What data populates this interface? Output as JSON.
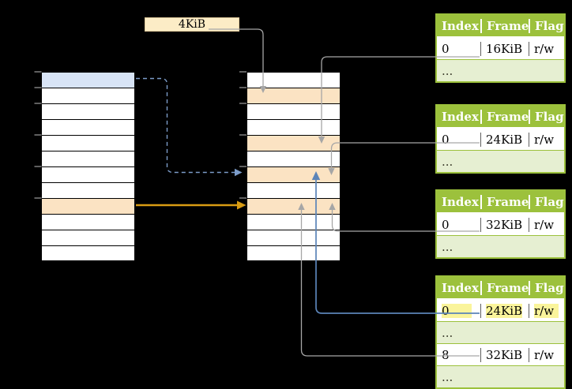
{
  "label_4kib": "4KiB",
  "colors": {
    "background": "#000000",
    "green_header": "#9CC13C",
    "green_light_row": "#E6EFD2",
    "memory_row_orange": "#FBE3C3",
    "memory_row_blue": "#D8E4F6",
    "label_box_bg": "#FCECC6",
    "connector_gray": "#A6A6A6",
    "arrow_blue_solid": "#5B84B8",
    "arrow_blue_dashed": "#7C9CC9",
    "arrow_orange": "#D99C13",
    "tick_gray": "#7f7f7f",
    "highlight_yellow": "#FAF49B"
  },
  "virtual_memory": {
    "rows": 12,
    "blue_row_index": 0,
    "orange_row_index": 8,
    "tick_row_boundaries": [
      0,
      1,
      2,
      4,
      6,
      8
    ]
  },
  "physical_memory": {
    "rows": 12,
    "orange_row_indices": [
      1,
      4,
      6,
      8
    ],
    "tick_row_boundaries": [
      0,
      1,
      2,
      4,
      6,
      8
    ]
  },
  "page_tables": [
    {
      "headers": [
        "Index",
        "Frame",
        "Flags"
      ],
      "rows": [
        [
          "0",
          "16KiB",
          "r/w"
        ],
        [
          "...",
          "",
          ""
        ]
      ]
    },
    {
      "headers": [
        "Index",
        "Frame",
        "Flags"
      ],
      "rows": [
        [
          "0",
          "24KiB",
          "r/w"
        ],
        [
          "...",
          "",
          ""
        ]
      ]
    },
    {
      "headers": [
        "Index",
        "Frame",
        "Flags"
      ],
      "rows": [
        [
          "0",
          "32KiB",
          "r/w"
        ],
        [
          "...",
          "",
          ""
        ]
      ]
    },
    {
      "headers": [
        "Index",
        "Frame",
        "Flags"
      ],
      "rows": [
        [
          "0",
          "24KiB",
          "r/w"
        ],
        [
          "...",
          "",
          ""
        ],
        [
          "8",
          "32KiB",
          "r/w"
        ],
        [
          "...",
          "",
          ""
        ]
      ],
      "highlighted_row_index": 0
    }
  ]
}
